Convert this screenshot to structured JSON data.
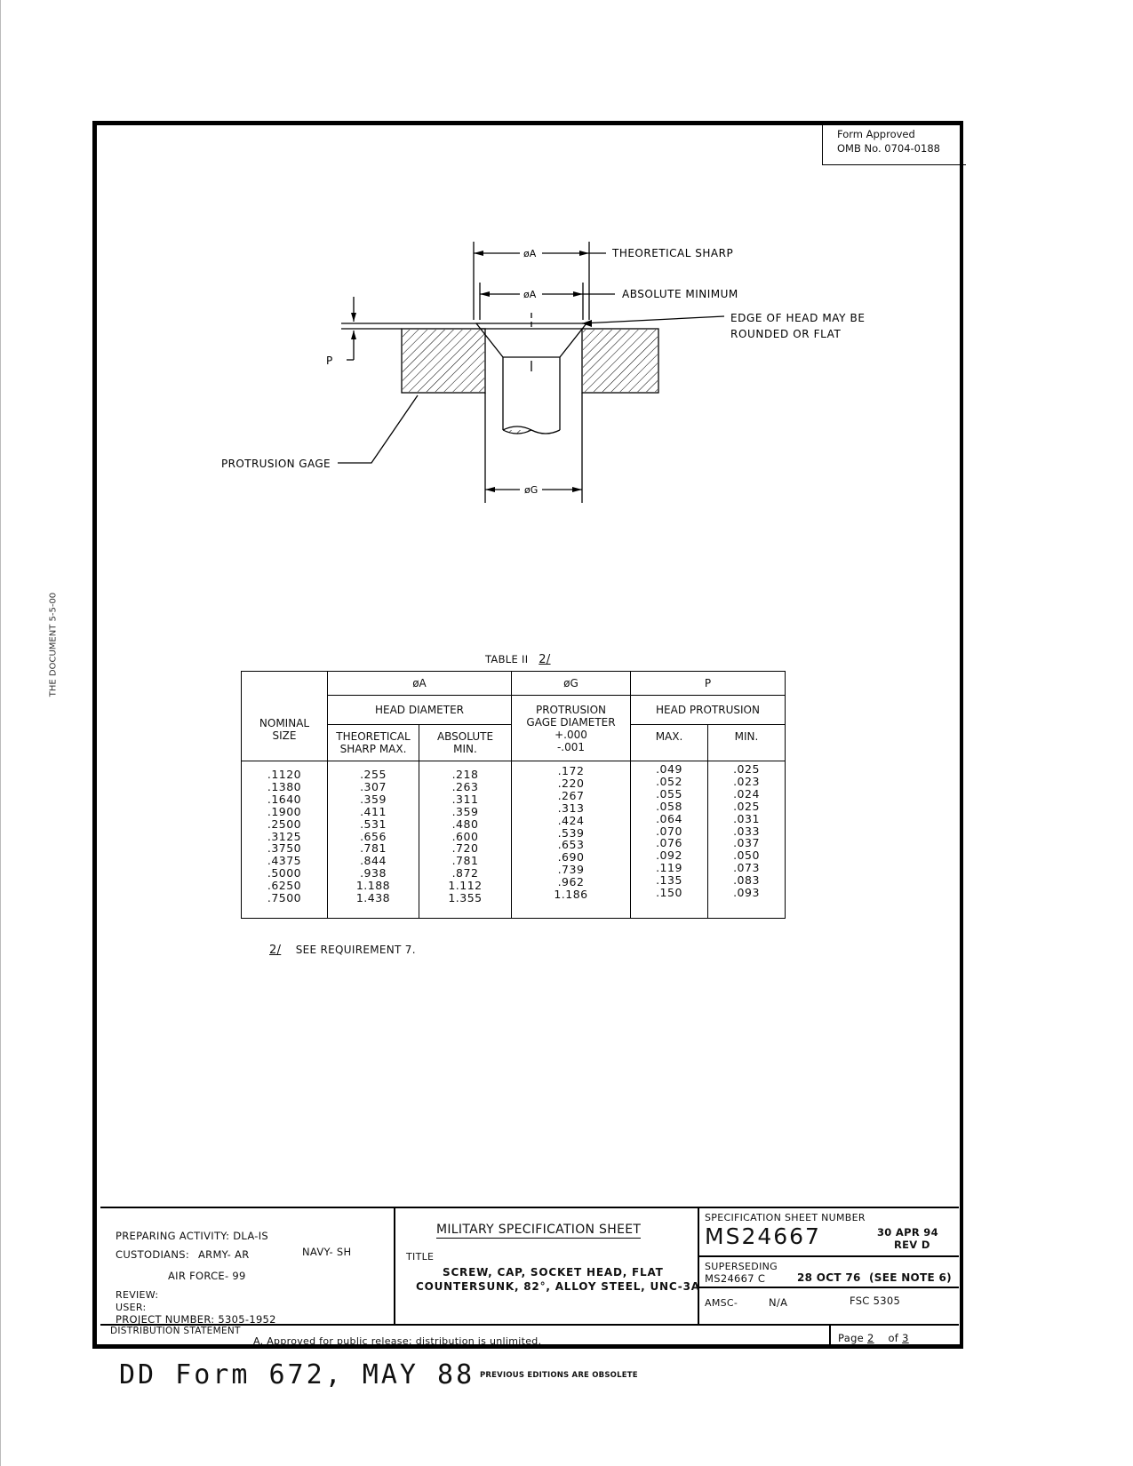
{
  "side_stamp": "THE DOCUMENT 5-5-00",
  "form_approved": {
    "line1": "Form Approved",
    "line2": "OMB No. 0704-0188"
  },
  "drawing": {
    "dim_a": "øA",
    "dim_g": "øG",
    "dim_p": "P",
    "theoretical_sharp": "THEORETICAL SHARP",
    "absolute_minimum": "ABSOLUTE MINIMUM",
    "edge_note_1": "EDGE OF HEAD MAY BE",
    "edge_note_2": "ROUNDED OR FLAT",
    "protrusion_gage": "PROTRUSION GAGE"
  },
  "table": {
    "title": "TABLE II",
    "title_note": "2/",
    "nominal_size_1": "NOMINAL",
    "nominal_size_2": "SIZE",
    "phi_a": "øA",
    "phi_g": "øG",
    "p": "P",
    "head_diameter": "HEAD DIAMETER",
    "theoretical_1": "THEORETICAL",
    "theoretical_2": "SHARP MAX.",
    "absolute_1": "ABSOLUTE",
    "absolute_2": "MIN.",
    "gage_1": "PROTRUSION",
    "gage_2": "GAGE DIAMETER",
    "gage_3": "+.000",
    "gage_4": "-.001",
    "head_protrusion": "HEAD PROTRUSION",
    "max": "MAX.",
    "min": "MIN.",
    "nominal_sizes": [
      ".1120",
      ".1380",
      ".1640",
      ".1900",
      ".2500",
      ".3125",
      ".3750",
      ".4375",
      ".5000",
      ".6250",
      ".7500"
    ],
    "theoretical_sharp_max": [
      ".255",
      ".307",
      ".359",
      ".411",
      ".531",
      ".656",
      ".781",
      ".844",
      ".938",
      "1.188",
      "1.438"
    ],
    "absolute_min": [
      ".218",
      ".263",
      ".311",
      ".359",
      ".480",
      ".600",
      ".720",
      ".781",
      ".872",
      "1.112",
      "1.355"
    ],
    "gage_diameter": [
      ".172",
      ".220",
      ".267",
      ".313",
      ".424",
      ".539",
      ".653",
      ".690",
      ".739",
      ".962",
      "1.186"
    ],
    "protrusion_max": [
      ".049",
      ".052",
      ".055",
      ".058",
      ".064",
      ".070",
      ".076",
      ".092",
      ".119",
      ".135",
      ".150"
    ],
    "protrusion_min": [
      ".025",
      ".023",
      ".024",
      ".025",
      ".031",
      ".033",
      ".037",
      ".050",
      ".073",
      ".083",
      ".093"
    ]
  },
  "footnote": {
    "mark": "2/",
    "text": "SEE REQUIREMENT 7."
  },
  "title_block": {
    "preparing_activity": "PREPARING ACTIVITY: DLA-IS",
    "custodians": "CUSTODIANS:",
    "army": "ARMY- AR",
    "navy": "NAVY- SH",
    "air_force": "AIR FORCE- 99",
    "review": "REVIEW:",
    "user": "USER:",
    "project_number": "PROJECT NUMBER: 5305-1952",
    "mil_spec_sheet": "MILITARY SPECIFICATION SHEET",
    "title_label": "TITLE",
    "title_1": "SCREW, CAP, SOCKET HEAD, FLAT",
    "title_2": "COUNTERSUNK, 82°, ALLOY STEEL, UNC-3A",
    "spec_sheet_number_label": "SPECIFICATION SHEET NUMBER",
    "spec_number": "MS24667",
    "date": "30 APR 94",
    "rev": "REV D",
    "superseding_label": "SUPERSEDING",
    "superseded_number": "MS24667 C",
    "superseded_date": "28 OCT 76",
    "see_note": "(SEE NOTE 6)",
    "amsc": "AMSC-",
    "amsc_value": "N/A",
    "fsc": "FSC 5305",
    "distribution_label": "DISTRIBUTION STATEMENT",
    "distribution_text": "A. Approved for public release; distribution is unlimited.",
    "page_label": "Page",
    "page_num": "2",
    "of_label": "of",
    "page_total": "3"
  },
  "footer": {
    "form": "DD Form 672, MAY 88",
    "previous_editions": "PREVIOUS EDITIONS ARE OBSOLETE"
  }
}
